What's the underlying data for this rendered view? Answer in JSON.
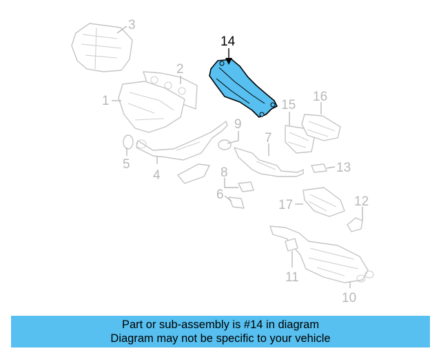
{
  "diagram": {
    "callouts": [
      {
        "id": "1",
        "label": "1"
      },
      {
        "id": "2",
        "label": "2"
      },
      {
        "id": "3",
        "label": "3"
      },
      {
        "id": "4",
        "label": "4"
      },
      {
        "id": "5",
        "label": "5"
      },
      {
        "id": "6",
        "label": "6"
      },
      {
        "id": "7",
        "label": "7"
      },
      {
        "id": "8",
        "label": "8"
      },
      {
        "id": "9",
        "label": "9"
      },
      {
        "id": "10",
        "label": "10"
      },
      {
        "id": "11",
        "label": "11"
      },
      {
        "id": "12",
        "label": "12"
      },
      {
        "id": "13",
        "label": "13"
      },
      {
        "id": "14",
        "label": "14"
      },
      {
        "id": "15",
        "label": "15"
      },
      {
        "id": "16",
        "label": "16"
      },
      {
        "id": "17",
        "label": "17"
      }
    ],
    "highlighted_part": "14",
    "colors": {
      "highlight_fill": "#57c0f0",
      "highlight_outline": "#000000",
      "part_outline": "#c4c4c4",
      "callout_text": "#b8b8b8",
      "banner_background": "#57c0f0"
    }
  },
  "banner": {
    "line1": "Part or sub-assembly is #14 in diagram",
    "line2": "Diagram may not be specific to your vehicle"
  }
}
